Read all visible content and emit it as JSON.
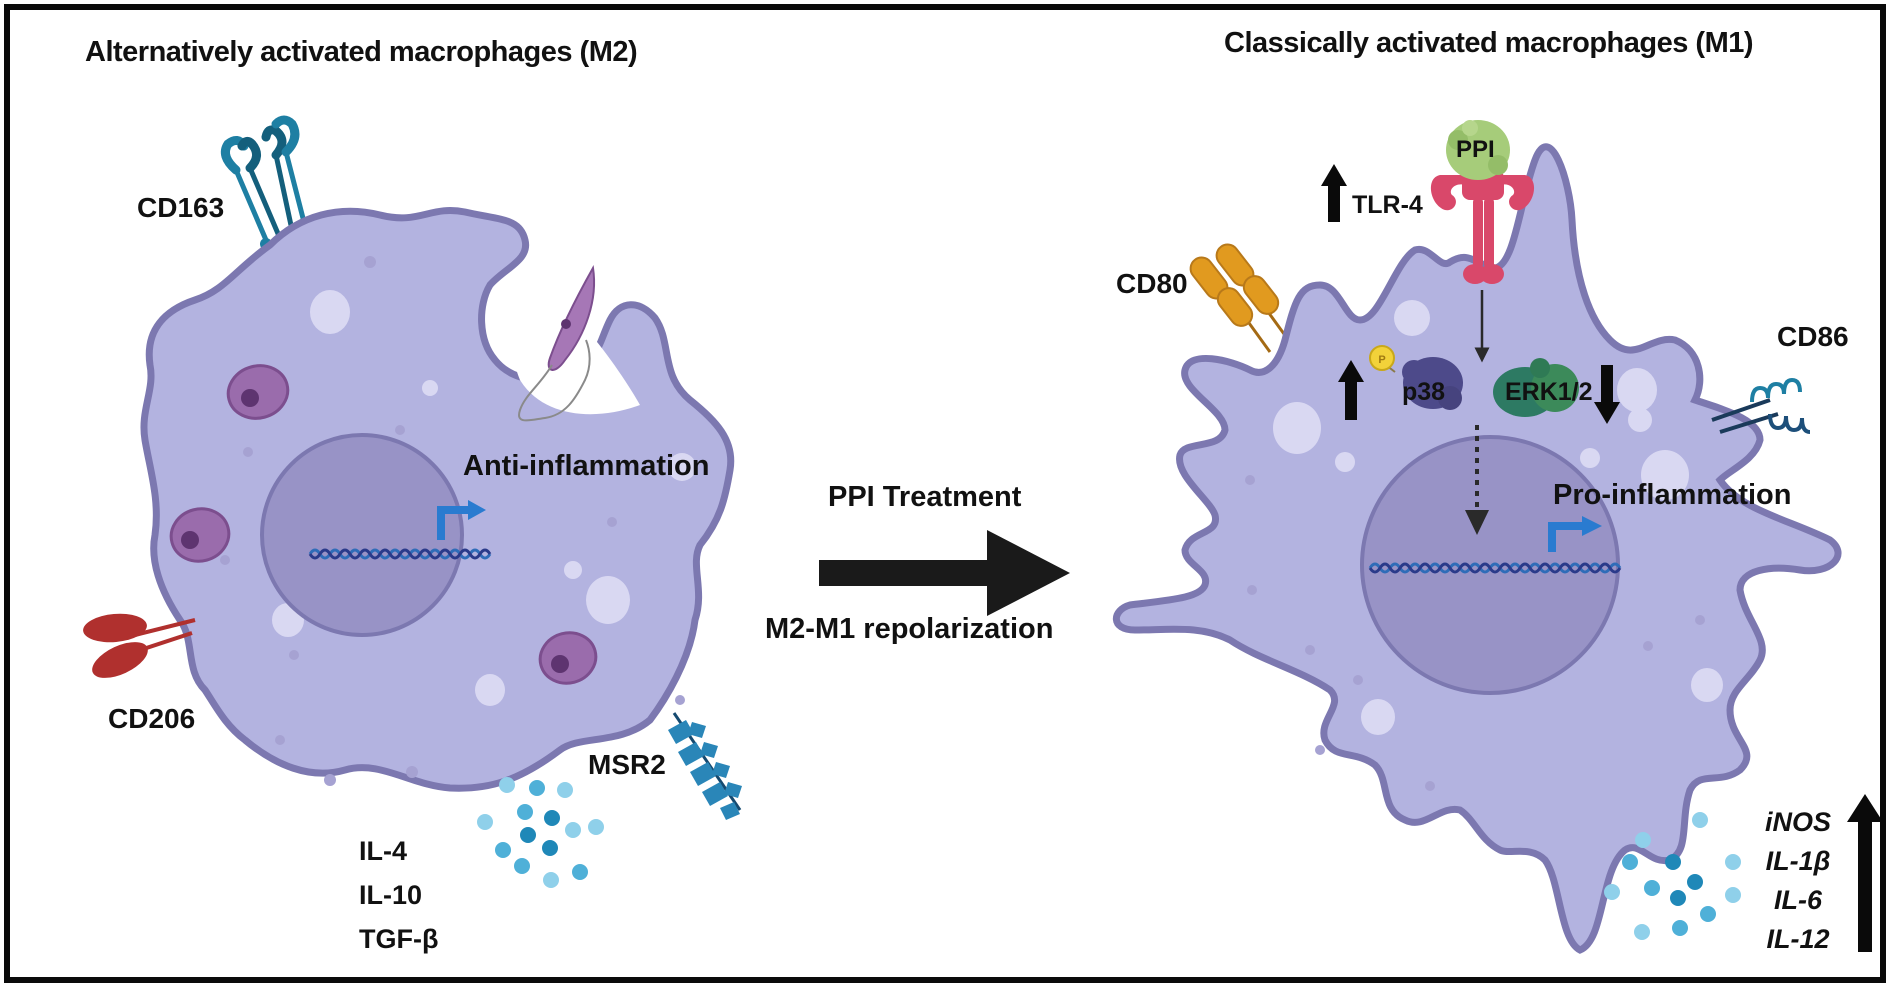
{
  "left_panel": {
    "title": "Alternatively activated macrophages (M2)",
    "markers": {
      "cd163": "CD163",
      "cd206": "CD206",
      "msr2": "MSR2"
    },
    "process_label": "Anti-inflammation",
    "cytokines": [
      "IL-4",
      "IL-10",
      "TGF-β"
    ]
  },
  "center": {
    "treatment_label": "PPI Treatment",
    "transition_label": "M2-M1 repolarization",
    "arrow_direction": "right"
  },
  "right_panel": {
    "title": "Classically activated macrophages (M1)",
    "ligand": "PPI",
    "receptor": {
      "label": "TLR-4",
      "change": "up"
    },
    "markers": {
      "cd80": "CD80",
      "cd86": "CD86"
    },
    "signaling": [
      {
        "label": "p38",
        "change": "up",
        "phosphorylated": true,
        "phospho_label": "P"
      },
      {
        "label": "ERK1/2",
        "change": "down"
      }
    ],
    "process_label": "Pro-inflammation",
    "outputs": {
      "items": [
        "iNOS",
        "IL-1β",
        "IL-6",
        "IL-12"
      ],
      "change": "up"
    }
  },
  "colors": {
    "cell_fill": "#b3b3e0",
    "cell_stroke": "#7c78b0",
    "nucleus_fill": "#9893c6",
    "cd163": "#1e7fa3",
    "cd206": "#b0302e",
    "msr2": "#2a86b8",
    "cd80": "#e19a1f",
    "tlr4": "#d9486a",
    "ppi": "#a6cc7a",
    "p38": "#4d4a8a",
    "erk": "#2d7a63",
    "promoter_arrow": "#2a7bd0",
    "cytokine_dots": "#4fb0d8"
  }
}
